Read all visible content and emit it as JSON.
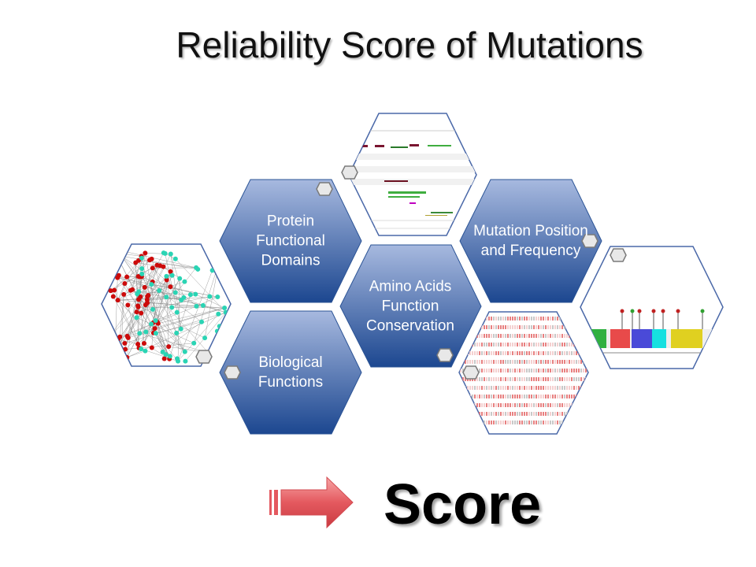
{
  "slide": {
    "title": "Reliability Score of Mutations",
    "hexagons": [
      {
        "label": "Protein Functional Domains"
      },
      {
        "label": "Mutation Position and Frequency"
      },
      {
        "label": "Amino Acids Function Conservation"
      },
      {
        "label": "Biological Functions"
      }
    ],
    "thumbnails": [
      {
        "name": "domain-track-browser"
      },
      {
        "name": "protein-interaction-network"
      },
      {
        "name": "sequence-alignment"
      },
      {
        "name": "mutation-lollipop-plot"
      }
    ],
    "arrow_color": "#e4595f",
    "hex_gradient": [
      "#a7b9df",
      "#1c4790"
    ],
    "score_label": "Score"
  }
}
